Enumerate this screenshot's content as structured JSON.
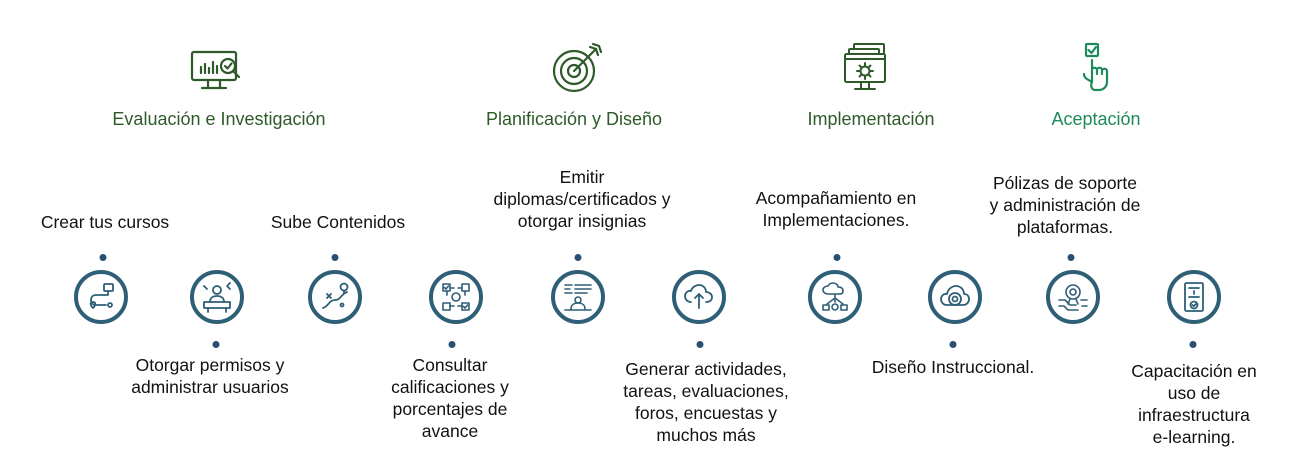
{
  "colors": {
    "phase_dark_green": "#2e5a2a",
    "phase_teal_green": "#1f8a5b",
    "timeline_green": "#2f5c3a",
    "timeline_teal": "#2aa37e",
    "steps_line_teal": "#3a9aa0",
    "steps_line_navy": "#1e3a6e",
    "node_border": "#2e5f76",
    "text": "#111111"
  },
  "phases": [
    {
      "label": "Evaluación e Investigación",
      "icon": "monitor-chart-search-icon"
    },
    {
      "label": "Planificación y Diseño",
      "icon": "target-arrow-icon"
    },
    {
      "label": "Implementación",
      "icon": "monitor-gear-icon"
    },
    {
      "label": "Aceptación",
      "icon": "hand-checkbox-icon"
    }
  ],
  "steps": [
    {
      "label": "Crear tus cursos",
      "icon": "route-map-icon"
    },
    {
      "label": "Otorgar permisos y\nadministrar usuarios",
      "icon": "user-desk-tools-icon"
    },
    {
      "label": "Sube Contenidos",
      "icon": "path-lightbulb-icon"
    },
    {
      "label": "Consultar\ncalificaciones y\nporcentajes de\navance",
      "icon": "checklist-flow-icon"
    },
    {
      "label": "Emitir\ndiplomas/certificados y\notorgar insignias",
      "icon": "presenter-board-icon"
    },
    {
      "label": "Generar actividades,\ntareas, evaluaciones,\nforos, encuestas y\nmuchos más",
      "icon": "cloud-upload-icon"
    },
    {
      "label": "Acompañamiento en\nImplementaciones.",
      "icon": "cloud-network-icon"
    },
    {
      "label": "Diseño Instruccional.",
      "icon": "cloud-disc-icon"
    },
    {
      "label": "Pólizas de soporte\ny administración de\nplataformas.",
      "icon": "support-badge-hands-icon"
    },
    {
      "label": "Capacitación en\nuso de\ninfraestructura\ne-learning.",
      "icon": "document-check-icon"
    }
  ]
}
